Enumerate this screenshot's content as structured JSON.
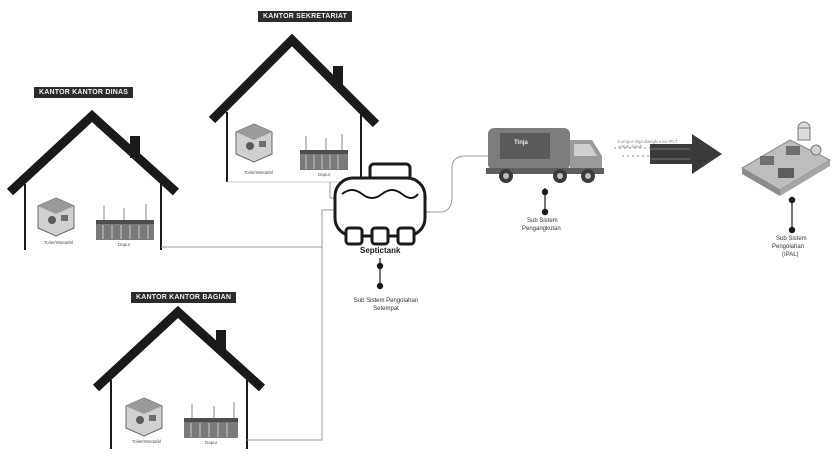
{
  "houses": [
    {
      "title": "KANTOR SEKRETARIAT",
      "room1_label": "Toilet/Wastafel",
      "room2_label": "Dapur"
    },
    {
      "title": "KANTOR KANTOR DINAS",
      "room1_label": "Toilet/Wastafel",
      "room2_label": "Dapur"
    },
    {
      "title": "KANTOR KANTOR BAGIAN",
      "room1_label": "Toilet/Wastafel",
      "room2_label": "Dapur"
    }
  ],
  "septic": {
    "name": "Septictank",
    "sub": "Sub Sistem Pengolahan Setempat"
  },
  "truck": {
    "tank_text": "Tinja",
    "sub_line1": "Sub Sistem",
    "sub_line2": "Pengangkutan"
  },
  "arrow_note": "Lumpur tinja diangkut ke IPLT untuk diolah",
  "iplt": {
    "sub_line1": "Sub Sistem",
    "sub_line2": "Pengolahan",
    "sub_line3": "(IPAL)"
  },
  "colors": {
    "line": "#1a1a1a",
    "pipe": "#9a9a9a",
    "truck": "#7d7d7d",
    "arrow": "#3a3a3a"
  }
}
